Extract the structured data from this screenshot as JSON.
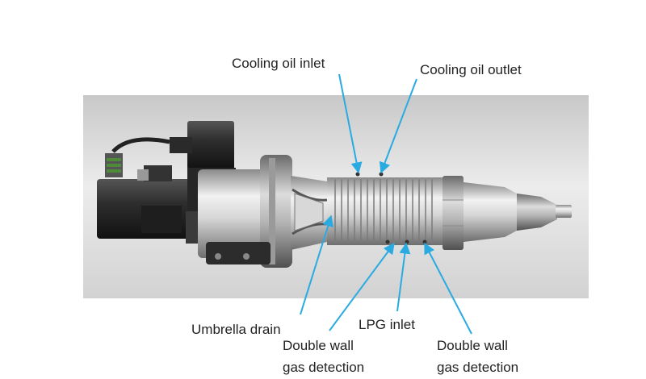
{
  "labels": {
    "cooling_oil_inlet": "Cooling oil inlet",
    "cooling_oil_outlet": "Cooling oil outlet",
    "umbrella_drain": "Umbrella drain",
    "lpg_inlet": "LPG inlet",
    "double_wall_left_line1": "Double wall",
    "double_wall_left_line2": "gas detection",
    "double_wall_right_line1": "Double wall",
    "double_wall_right_line2": "gas detection"
  },
  "colors": {
    "arrow": "#29abe2",
    "text": "#222222",
    "photo_background": "#e4e4e4",
    "body_dark": "#2a2a2a",
    "body_metal": "#c9c9c9"
  }
}
